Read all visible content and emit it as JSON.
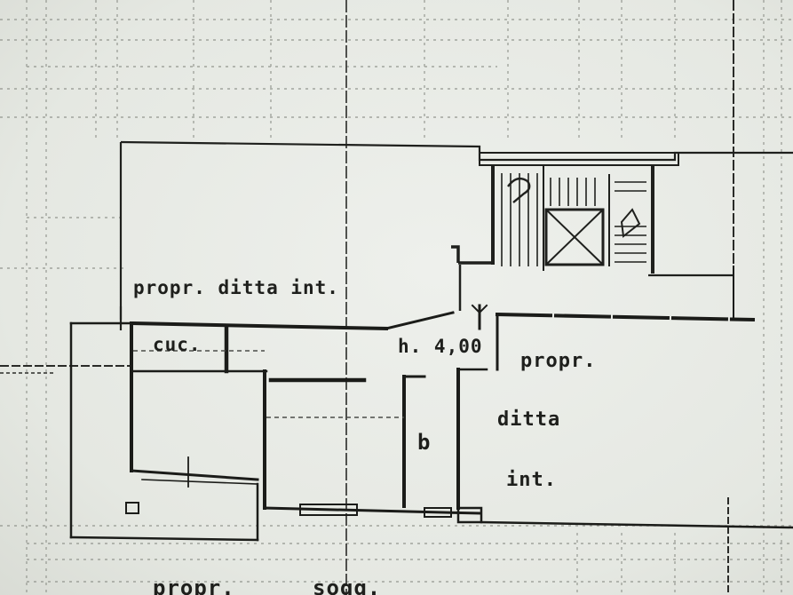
{
  "plan": {
    "labels": {
      "propr_ditta_top": "propr. ditta int.",
      "kitchen": "cuc.",
      "height": "h. 4,00",
      "propr_right": "propr.",
      "ditta_right": "ditta",
      "int_right": "int.",
      "bath": "b",
      "propr_bottom": "propr.",
      "sogg_bottom": "sogg."
    }
  }
}
